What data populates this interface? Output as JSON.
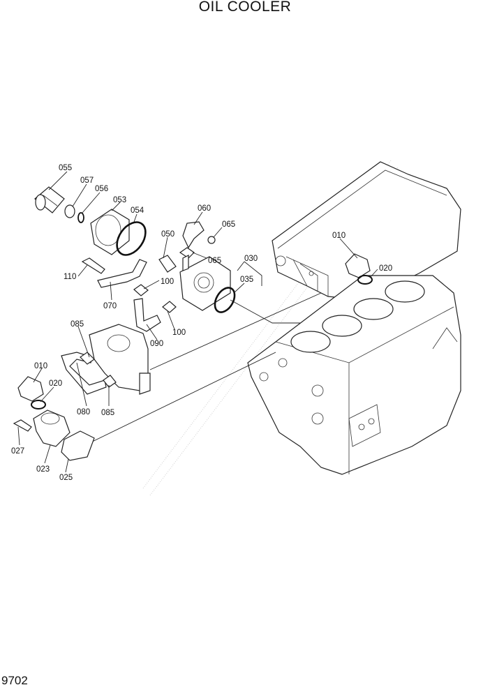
{
  "title": "OIL COOLER",
  "page_number": "9702",
  "part_labels": {
    "p055": "055",
    "p057": "057",
    "p056": "056",
    "p053": "053",
    "p054": "054",
    "p060": "060",
    "p065a": "065",
    "p065b": "065",
    "p050": "050",
    "p010a": "010",
    "p020a": "020",
    "p030": "030",
    "p035": "035",
    "p110": "110",
    "p100a": "100",
    "p100b": "100",
    "p070": "070",
    "p090": "090",
    "p085a": "085",
    "p085b": "085",
    "p080": "080",
    "p010b": "010",
    "p020b": "020",
    "p027": "027",
    "p023": "023",
    "p025": "025"
  }
}
